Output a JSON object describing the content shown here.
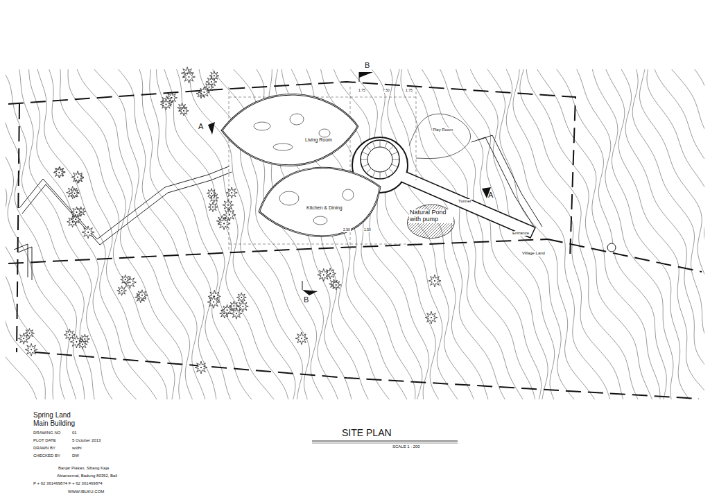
{
  "diagram": {
    "title": "SITE PLAN",
    "nodes": [
      {
        "text": [
          "Living Room"
        ]
      },
      {
        "text": [
          "Kitchen & Dining"
        ]
      },
      {
        "text": [
          "Natural Pond with pump"
        ]
      }
    ],
    "labels": [
      "A",
      "B",
      "A",
      "B",
      "Play Room",
      "Tunnel",
      "Entrance",
      "Village Land",
      "1.75",
      "7.50",
      "1.75",
      "2.50",
      "1.50",
      "SCALE 1 : 200",
      "Spring Land",
      "Main Building",
      "DRAWING NO",
      "01",
      "PLOT DATE",
      "5 October 2013",
      "DRAWN BY",
      "widhi",
      "CHECKED BY",
      "DW",
      "Banjar Piakan, Sibang Kaja",
      "Abiansemal, Badung 80352, Bali",
      "P + 62 361469874  F + 62 361469874",
      "WWW.IBUKU.COM"
    ]
  }
}
